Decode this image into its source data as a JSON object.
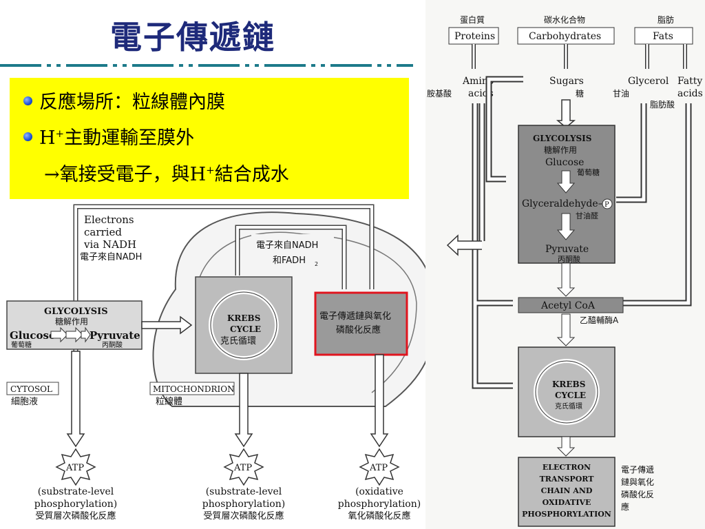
{
  "title": "電子傳遞鏈",
  "bullets": {
    "b1": "反應場所：粒線體內膜",
    "b2_h": "H",
    "b2_sup": "+",
    "b2_rest": "主動運輸至膜外",
    "b3_arrow": "→",
    "b3_a": "氧接受電子，與H",
    "b3_sup": "+",
    "b3_b": "結合成水"
  },
  "left_diagram": {
    "electrons_carried": [
      "Electrons",
      "carried",
      "via NADH"
    ],
    "electrons_zh": "電子來自NADH",
    "nadh_fadh_zh": [
      "電子來自NADH",
      "和FADH"
    ],
    "fadh_sub": "2",
    "glycolysis": "GLYCOLYSIS",
    "glycolysis_zh": "糖解作用",
    "glucose": "Glucose",
    "glucose_zh": "葡萄糖",
    "pyruvate": "Pyruvate",
    "pyruvate_zh": "丙酮酸",
    "krebs": [
      "KREBS",
      "CYCLE"
    ],
    "krebs_zh": "克氏循環",
    "etc_zh": [
      "電子傳遞鏈與氧化",
      "磷酸化反應"
    ],
    "cytosol": "CYTOSOL",
    "cytosol_zh": "細胞液",
    "mitochondrion": "MITOCHONDRION",
    "mitochondrion_zh": "粒線體",
    "atp": "ATP",
    "atp_labels": [
      {
        "en": [
          "(substrate-level",
          "phosphorylation)"
        ],
        "zh": "受質層次磷酸化反應"
      },
      {
        "en": [
          "(substrate-level",
          "phosphorylation)"
        ],
        "zh": "受質層次磷酸化反應"
      },
      {
        "en": [
          "(oxidative",
          "phosphorylation)"
        ],
        "zh": "氧化磷酸化反應"
      }
    ]
  },
  "right_diagram": {
    "proteins_zh": "蛋白質",
    "proteins": "Proteins",
    "carbs_zh": "碳水化合物",
    "carbs": "Carbohydrates",
    "fats_zh": "脂肪",
    "fats": "Fats",
    "amino": [
      "Amino",
      "acids"
    ],
    "amino_zh": "胺基酸",
    "sugars": "Sugars",
    "sugars_zh": "糖",
    "glycerol": "Glycerol",
    "glycerol_zh": "甘油",
    "fatty": [
      "Fatty",
      "acids"
    ],
    "fatty_zh": "脂肪酸",
    "glycolysis": "GLYCOLYSIS",
    "glycolysis_zh": "糖解作用",
    "glucose": "Glucose",
    "glucose_zh": "葡萄糖",
    "glyceraldehyde": "Glyceraldehyde–",
    "p_symbol": "P",
    "glyceraldehyde_zh": "甘油醛",
    "pyruvate": "Pyruvate",
    "pyruvate_zh": "丙酮酸",
    "acetyl": "Acetyl CoA",
    "acetyl_zh": "乙醯輔酶A",
    "krebs": [
      "KREBS",
      "CYCLE"
    ],
    "krebs_zh": "克氏循環",
    "etc": [
      "ELECTRON",
      "TRANSPORT",
      "CHAIN AND",
      "OXIDATIVE",
      "PHOSPHORYLATION"
    ],
    "etc_zh": [
      "電子傳遞",
      "鏈與氧化",
      "磷酸化反",
      "應"
    ]
  },
  "colors": {
    "title": "#1e2a7a",
    "highlight": "#ffff00",
    "etc_border": "#e0141e",
    "box_grey": "#8c8c8c"
  }
}
